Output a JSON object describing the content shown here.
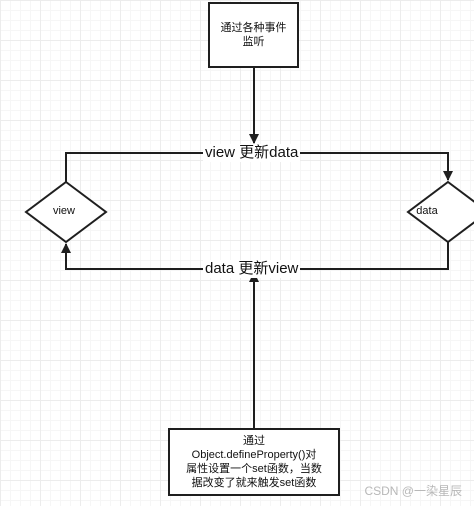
{
  "nodes": {
    "top_box": {
      "line1": "通过各种事件",
      "line2": "监听"
    },
    "view_diamond": {
      "label": "view"
    },
    "data_diamond": {
      "label": "data"
    },
    "bottom_box": {
      "line1": "通过",
      "line2": "Object.defineProperty()对",
      "line3": "属性设置一个set函数，当数",
      "line4": "据改变了就来触发set函数"
    }
  },
  "edges": {
    "view_to_data": "view 更新data",
    "data_to_view": "data 更新view"
  },
  "watermark": "CSDN @一染星辰"
}
